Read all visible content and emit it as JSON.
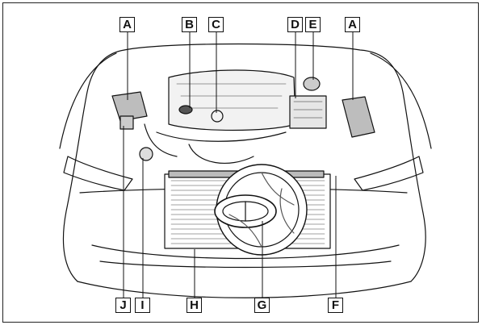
{
  "callouts": {
    "top": [
      "A",
      "B",
      "C",
      "D",
      "E",
      "A"
    ],
    "bottom": [
      "J",
      "I",
      "H",
      "G",
      "F"
    ]
  },
  "colors": {
    "stroke": "#111111",
    "background": "#ffffff",
    "shade": "#cfcfcf"
  }
}
